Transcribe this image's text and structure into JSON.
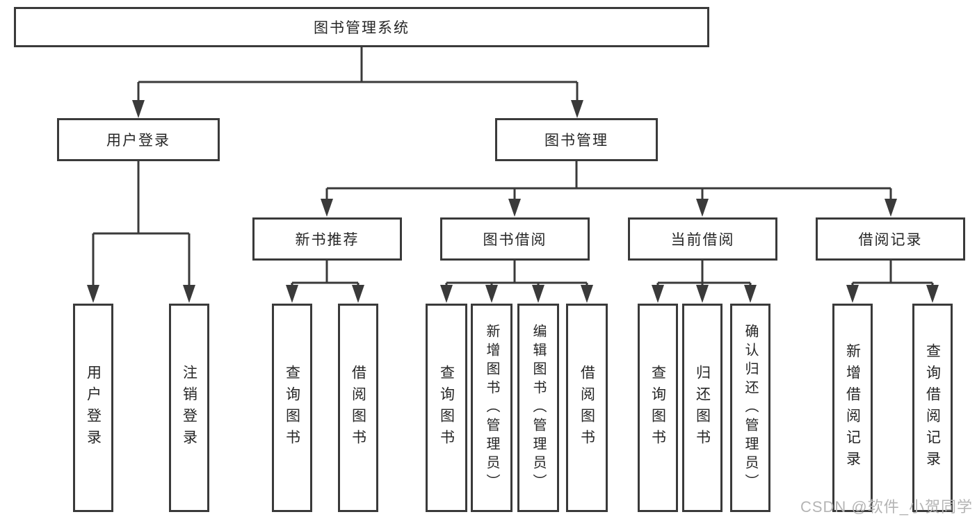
{
  "diagram_type": "hierarchy",
  "tree": {
    "label": "图书管理系统",
    "children": [
      {
        "label": "用户登录",
        "children": [
          {
            "label": "用户登录"
          },
          {
            "label": "注销登录"
          }
        ]
      },
      {
        "label": "图书管理",
        "children": [
          {
            "label": "新书推荐",
            "children": [
              {
                "label": "查询图书"
              },
              {
                "label": "借阅图书"
              }
            ]
          },
          {
            "label": "图书借阅",
            "children": [
              {
                "label": "查询图书"
              },
              {
                "label": "新增图书（管理员）"
              },
              {
                "label": "编辑图书（管理员）"
              },
              {
                "label": "借阅图书"
              }
            ]
          },
          {
            "label": "当前借阅",
            "children": [
              {
                "label": "查询图书"
              },
              {
                "label": "归还图书"
              },
              {
                "label": "确认归还（管理员）"
              }
            ]
          },
          {
            "label": "借阅记录",
            "children": [
              {
                "label": "新增借阅记录"
              },
              {
                "label": "查询借阅记录"
              }
            ]
          }
        ]
      }
    ]
  },
  "watermark": "CSDN @软件_小贺同学",
  "colors": {
    "line": "#3a3a3a",
    "text": "#262626",
    "watermark": "#b4b4b4",
    "background": "#ffffff"
  }
}
